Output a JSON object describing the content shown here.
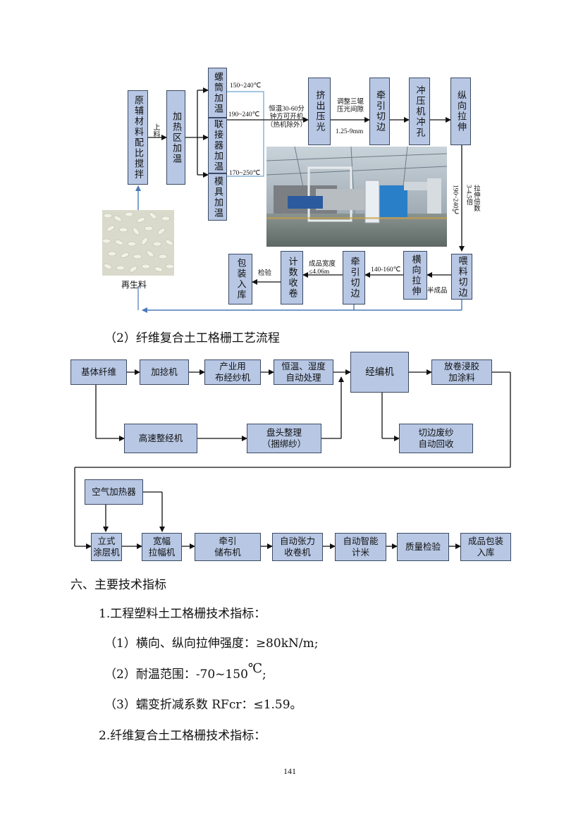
{
  "diagram1": {
    "raw_material": "原辅材料配比搅拌",
    "heating_zone": "加热区加温",
    "feed_label": "上料",
    "barrel_heating": "螺筒加温",
    "connector_heating": "联接器加温",
    "mold_heating": "模具加温",
    "temp_barrel": "150~240℃",
    "temp_connector": "190~240℃",
    "temp_mold": "170~250℃",
    "constant_temp_note": "恒温30-60分\n钟方可开机\n（热机除外）",
    "extrusion": "挤出压光",
    "roller_gap_note": "调整三辊\n压光间隙",
    "roller_gap_value": "1.25-9mm",
    "traction_cut_1": "牵引切边",
    "punch": "冲压机冲孔",
    "longitudinal_stretch": "纵向拉伸",
    "stretch_temp": "190~240℃",
    "stretch_ratio": "拉伸倍数\n3-4.5倍",
    "feed_trim": "喂料切边",
    "semi_product": "半成品",
    "transverse_stretch": "横向拉伸",
    "temp_transverse": "140-160℃",
    "traction_cut_2": "牵引切边",
    "width_note": "成品宽度\n≤4.06m",
    "metering_winding": "计数收卷",
    "inspection": "检验",
    "packaging": "包装入库",
    "recycled": "再生料"
  },
  "section_title": "（2）纤维复合土工格栅工艺流程",
  "diagram2": {
    "base_fiber": "基体纤维",
    "twisting": "加捻机",
    "warping": "产业用\n布经纱机",
    "humidity": "恒温、湿度\n自动处理",
    "warp_knitting": "经编机",
    "unwinding": "放卷浸胶\n加涂料",
    "high_speed_warping": "高速整经机",
    "beam_finishing": "盘头整理\n（捆绑纱）",
    "waste_recovery": "切边废纱\n自动回收",
    "air_heater": "空气加热器",
    "vertical_coater": "立式\n涂层机",
    "tenter": "宽幅\n拉幅机",
    "traction_storage": "牵引\n储布机",
    "tension_winder": "自动张力\n收卷机",
    "smart_meter": "自动智能\n计米",
    "quality": "质量检验",
    "finished_packaging": "成品包装\n入库"
  },
  "text": {
    "heading6": "六、主要技术指标",
    "item1": "1.工程塑料土工格栅技术指标：",
    "item1_1": "（1）横向、纵向拉伸强度：≥80kN/m;",
    "item1_2_pre": "（2）耐温范围：-70~150",
    "item1_2_unit": "℃",
    "item1_2_post": ";",
    "item1_3": "（3）蠕变折减系数 RFcr：≤1.59。",
    "item2": "2.纤维复合土工格栅技术指标："
  },
  "page_number": "141",
  "colors": {
    "box_fill": "#b7c7e4",
    "box_border": "#3b4a63",
    "line": "#111111",
    "recycle_line": "#4a79b8"
  }
}
